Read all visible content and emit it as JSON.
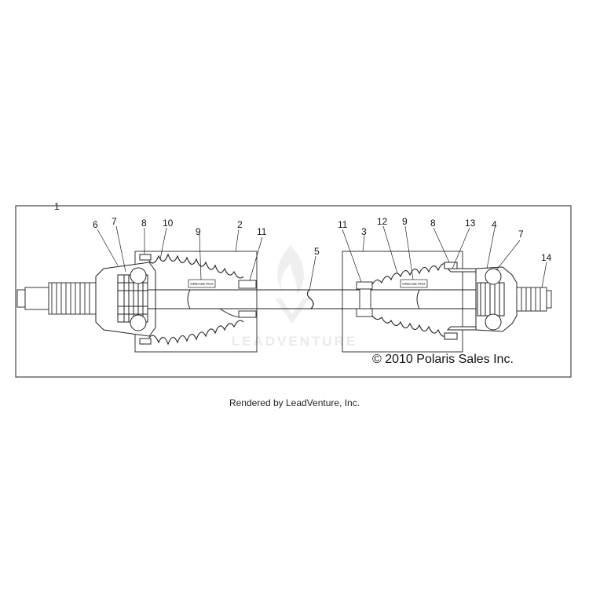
{
  "callouts": {
    "assembly": "1",
    "outer_joint_left": "6",
    "bearing_left": "7",
    "clamp_left": "8",
    "boot_left": "10",
    "grease_left": "9",
    "boot_kit_left": "2",
    "small_clamp_left": "11",
    "shaft": "5",
    "small_clamp_right": "11",
    "boot_kit_right": "3",
    "boot_right": "12",
    "grease_right": "9",
    "clamp_right": "8",
    "retainer_right": "13",
    "inner_joint_right": "4",
    "bearing_right": "7",
    "stub_right": "14"
  },
  "grease_label": "GREASE PKG",
  "watermark": "LEADVENTURE",
  "copyright": "© 2010 Polaris Sales Inc.",
  "render_credit": "Rendered by LeadVenture, Inc."
}
